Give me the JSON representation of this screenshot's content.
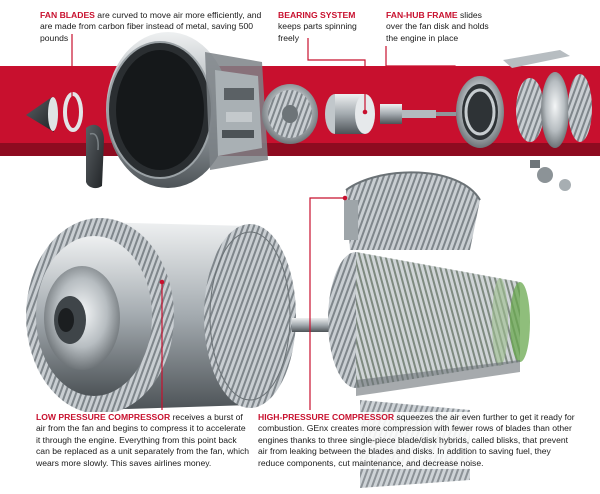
{
  "callouts": {
    "fan_blades": {
      "title": "FAN BLADES",
      "text": " are curved to move air more efficiently, and are made from carbon fiber instead of metal, saving 500 pounds"
    },
    "bearing_system": {
      "title": "BEARING SYSTEM",
      "text": " keeps parts spinning freely"
    },
    "fan_hub_frame": {
      "title": "FAN-HUB FRAME",
      "text": " slides over the fan disk and holds the engine in place"
    },
    "low_pressure_compressor": {
      "title": "LOW PRESSURE COMPRESSOR",
      "text": " receives a burst of air from the fan and begins to compress it to accelerate it through the engine. Everything from this point back can be replaced as a unit separately from the fan, which wears more slowly. This saves airlines money."
    },
    "high_pressure_compressor": {
      "title": "HIGH-PRESSURE COMPRESSOR",
      "text": " squeezes the air even further to get it ready for combustion. GEnx creates more compression with fewer rows of blades than other engines thanks to three single-piece blade/disk hybrids, called blisks, that prevent air from leaking between the blades and disks. In addition to saving fuel, they reduce components, cut maintenance, and decrease noise."
    }
  },
  "colors": {
    "accent_red": "#c8102e",
    "band_red": "#c8102e",
    "metal_light": "#d9dde0",
    "metal_mid": "#9aa1a6",
    "metal_dark": "#3c4246",
    "blade_green": "#6aa84f"
  }
}
